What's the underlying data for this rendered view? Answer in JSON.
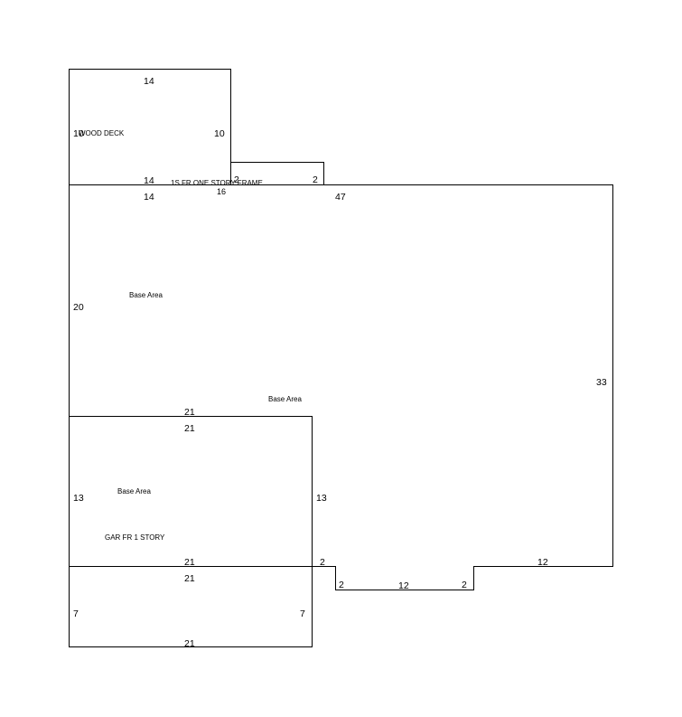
{
  "areas": {
    "wood_deck": "WOOD DECK",
    "one_story_frame": "1S FR  ONE STORY FRAME",
    "base_area_1": "Base Area",
    "base_area_2": "Base Area",
    "base_area_3": "Base Area",
    "garage": "GAR FR 1 STORY"
  },
  "dimensions": {
    "deck_top": "14",
    "deck_left": "10",
    "deck_right": "10",
    "deck_bottom": "14",
    "frame_left": "2",
    "frame_top": "16",
    "frame_right": "2",
    "base_top_left": "14",
    "base_top_right": "47",
    "base_left": "20",
    "base_right": "33",
    "base_lower_label": "21",
    "garage_top": "21",
    "garage_left": "13",
    "garage_right": "13",
    "garage_bottom": "21",
    "notch_a": "2",
    "notch_b": "2",
    "notch_bottom": "12",
    "notch_c": "2",
    "base_bottom_right": "12",
    "lower_top": "21",
    "lower_left": "7",
    "lower_right": "7",
    "lower_bottom": "21"
  }
}
